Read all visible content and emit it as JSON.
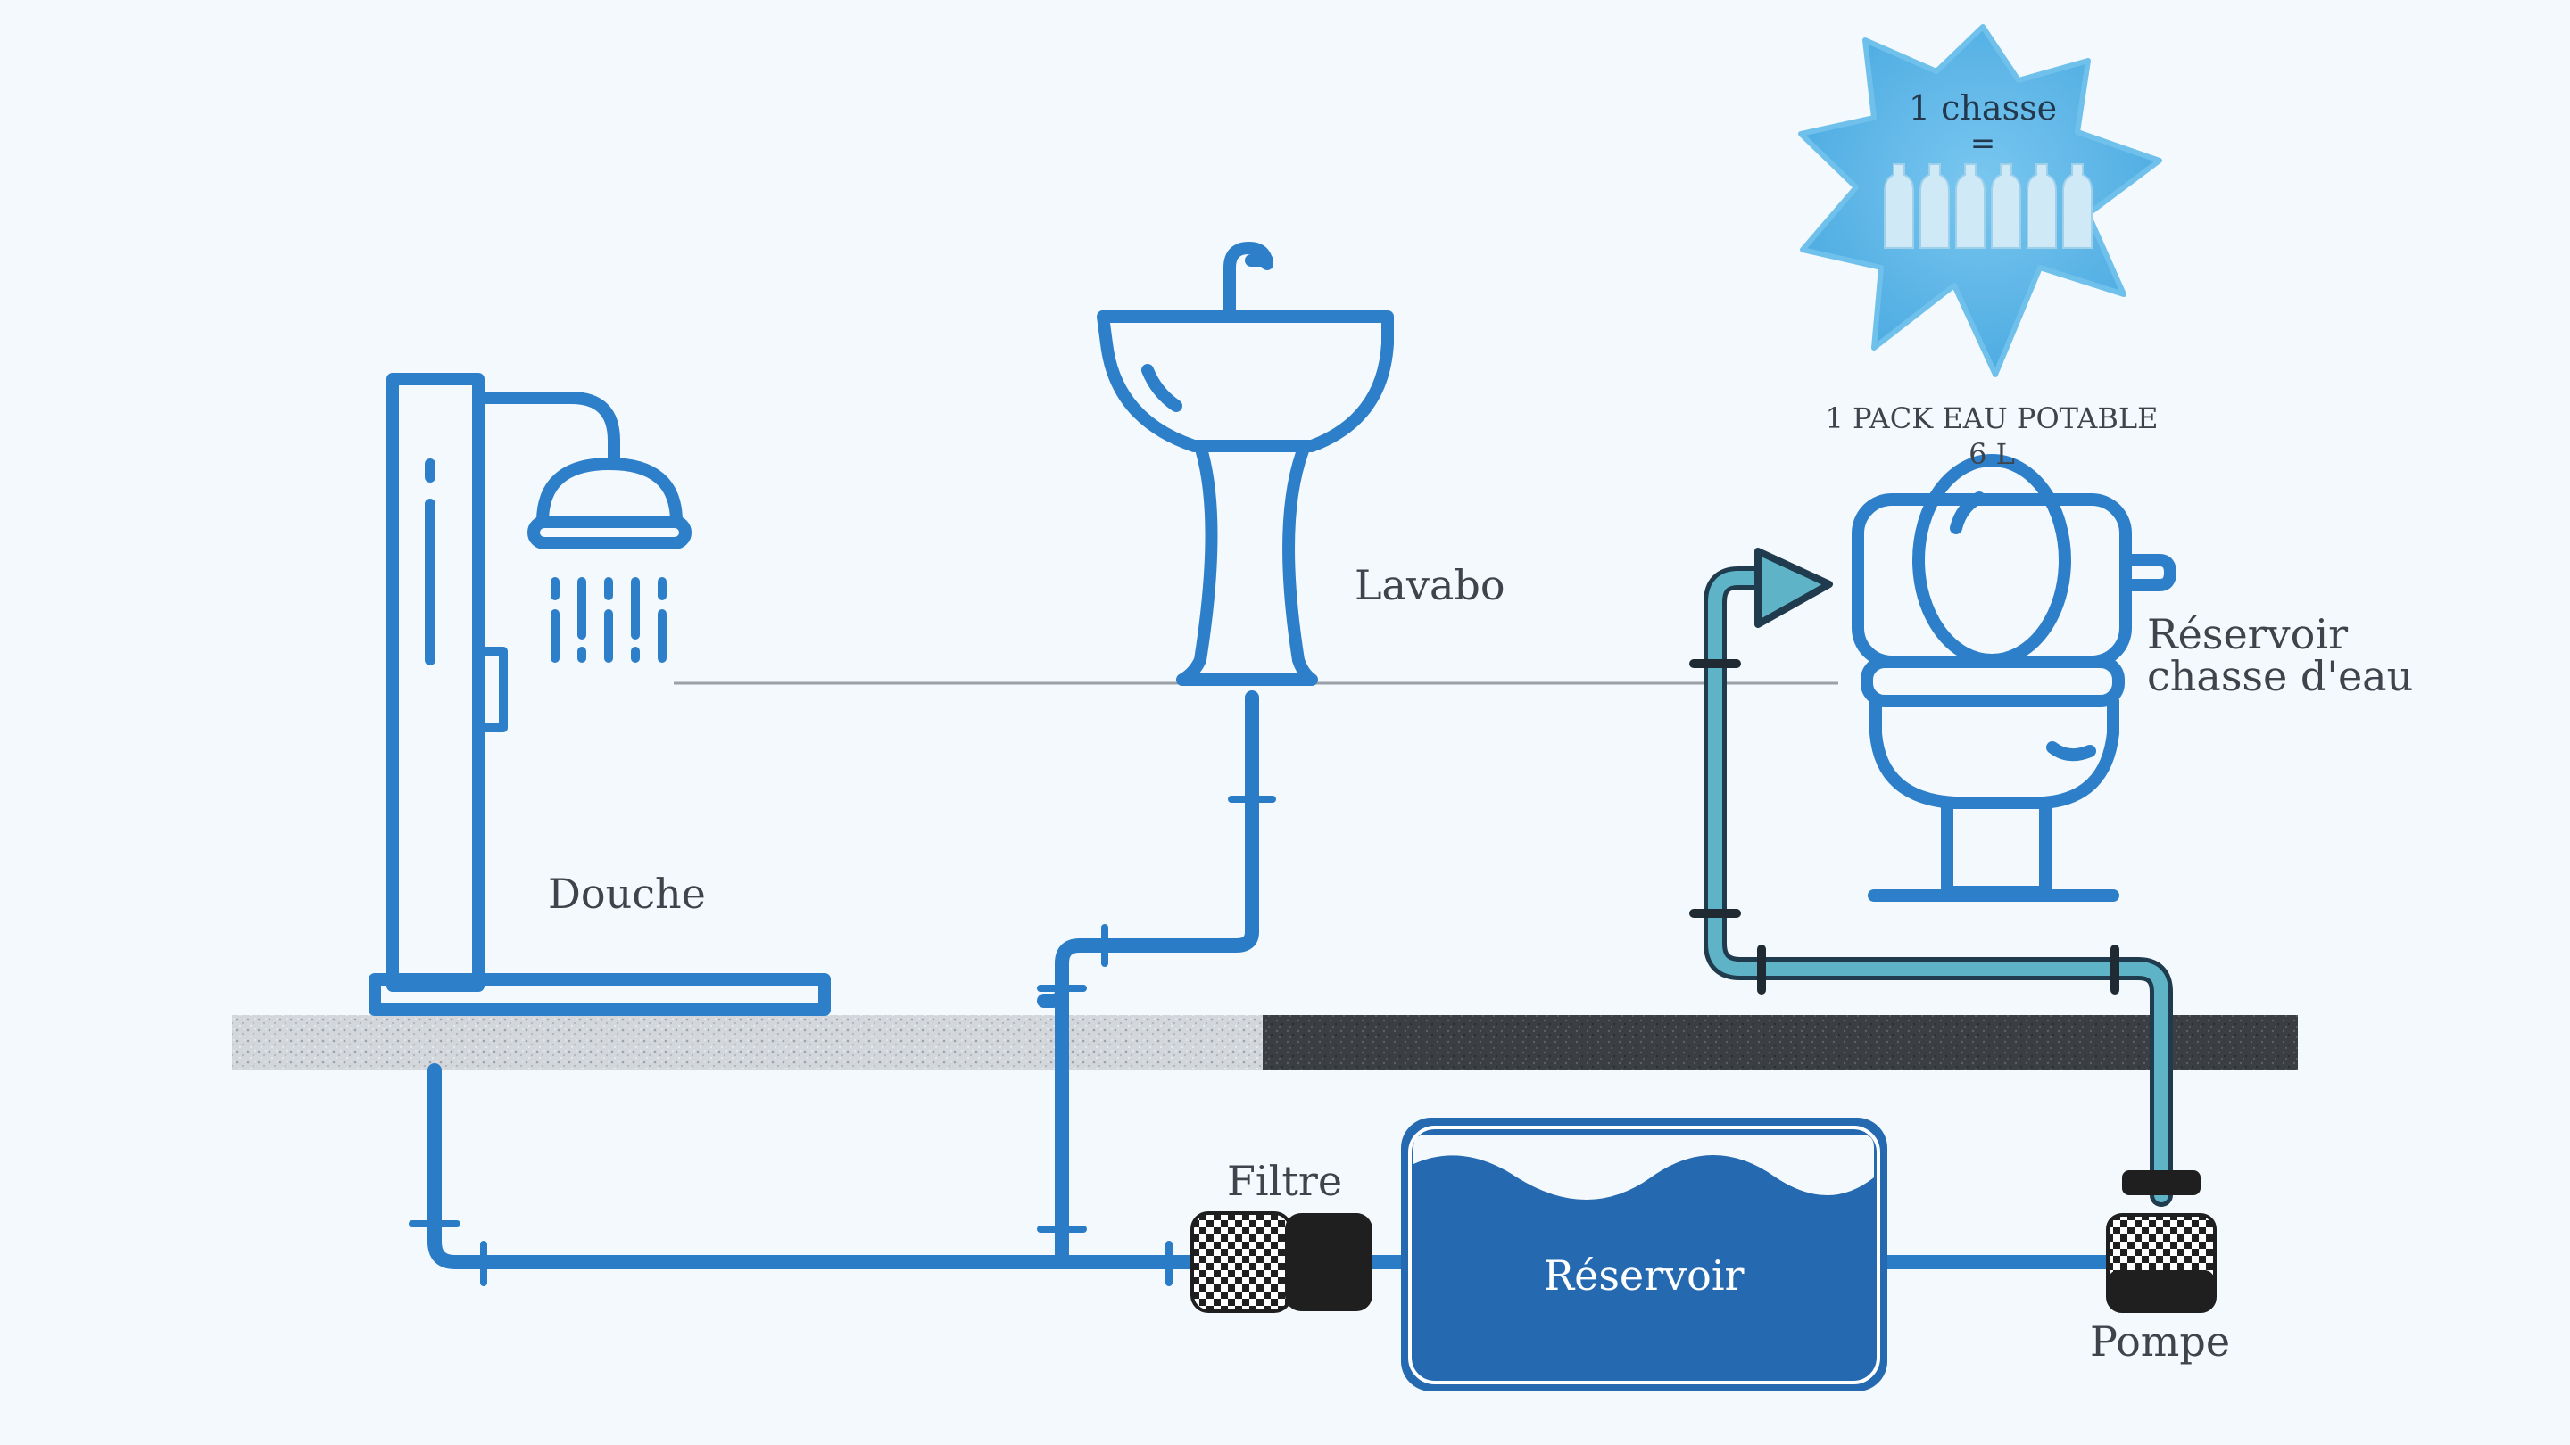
{
  "labels": {
    "shower": "Douche",
    "basin": "Lavabo",
    "cistern": "Réservoir",
    "cistern_line2": "chasse d'eau",
    "filter": "Filtre",
    "tank": "Réservoir",
    "pump": "Pompe"
  },
  "badge": {
    "line1": "1 chasse",
    "equals": "=",
    "caption_line1": "1 PACK EAU POTABLE",
    "caption_line2": "6 L"
  },
  "colors": {
    "background": "#f3f9fc",
    "grey_water_pipe": "#2a7cc7",
    "recycled_pipe": "#5fb3c6",
    "outline": "#2d7fc9",
    "tank": "#2569b0",
    "star": "#59b6e8",
    "dark": "#1f1f1f",
    "floor_light": "#c8cdd2",
    "floor_dark": "#3a3d41"
  }
}
